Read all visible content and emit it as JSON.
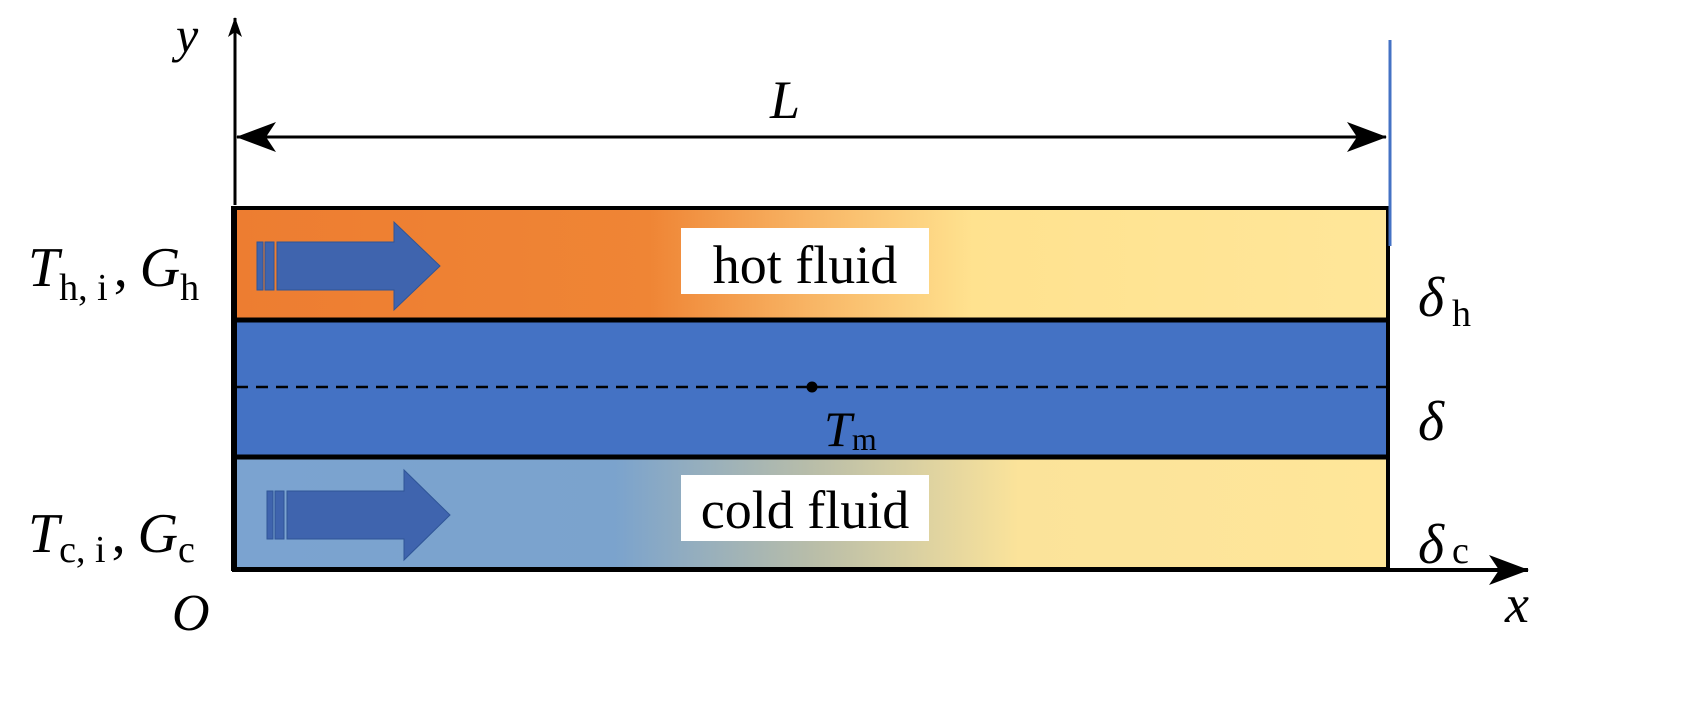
{
  "axes": {
    "y_label": "y",
    "x_label": "x",
    "origin_label": "O"
  },
  "dimension": {
    "length_label": "L"
  },
  "hot_fluid": {
    "label": "hot fluid",
    "inlet_T": "T",
    "inlet_T_sub": "h, i",
    "sep": ",",
    "inlet_G": "G",
    "inlet_G_sub": "h",
    "thickness": "δ",
    "thickness_sub": "h"
  },
  "wall": {
    "thickness": "δ",
    "mid_T": "T",
    "mid_T_sub": "m"
  },
  "cold_fluid": {
    "label": "cold fluid",
    "inlet_T": "T",
    "inlet_T_sub": "c, i",
    "sep": ",",
    "inlet_G": "G",
    "inlet_G_sub": "c",
    "thickness": "δ",
    "thickness_sub": "c"
  },
  "colors": {
    "hot": "#ED7D31",
    "warm_end": "#FFE699",
    "cold": "#7BA3D0",
    "wall": "#4472C4",
    "arrow": "#3F64AE"
  }
}
